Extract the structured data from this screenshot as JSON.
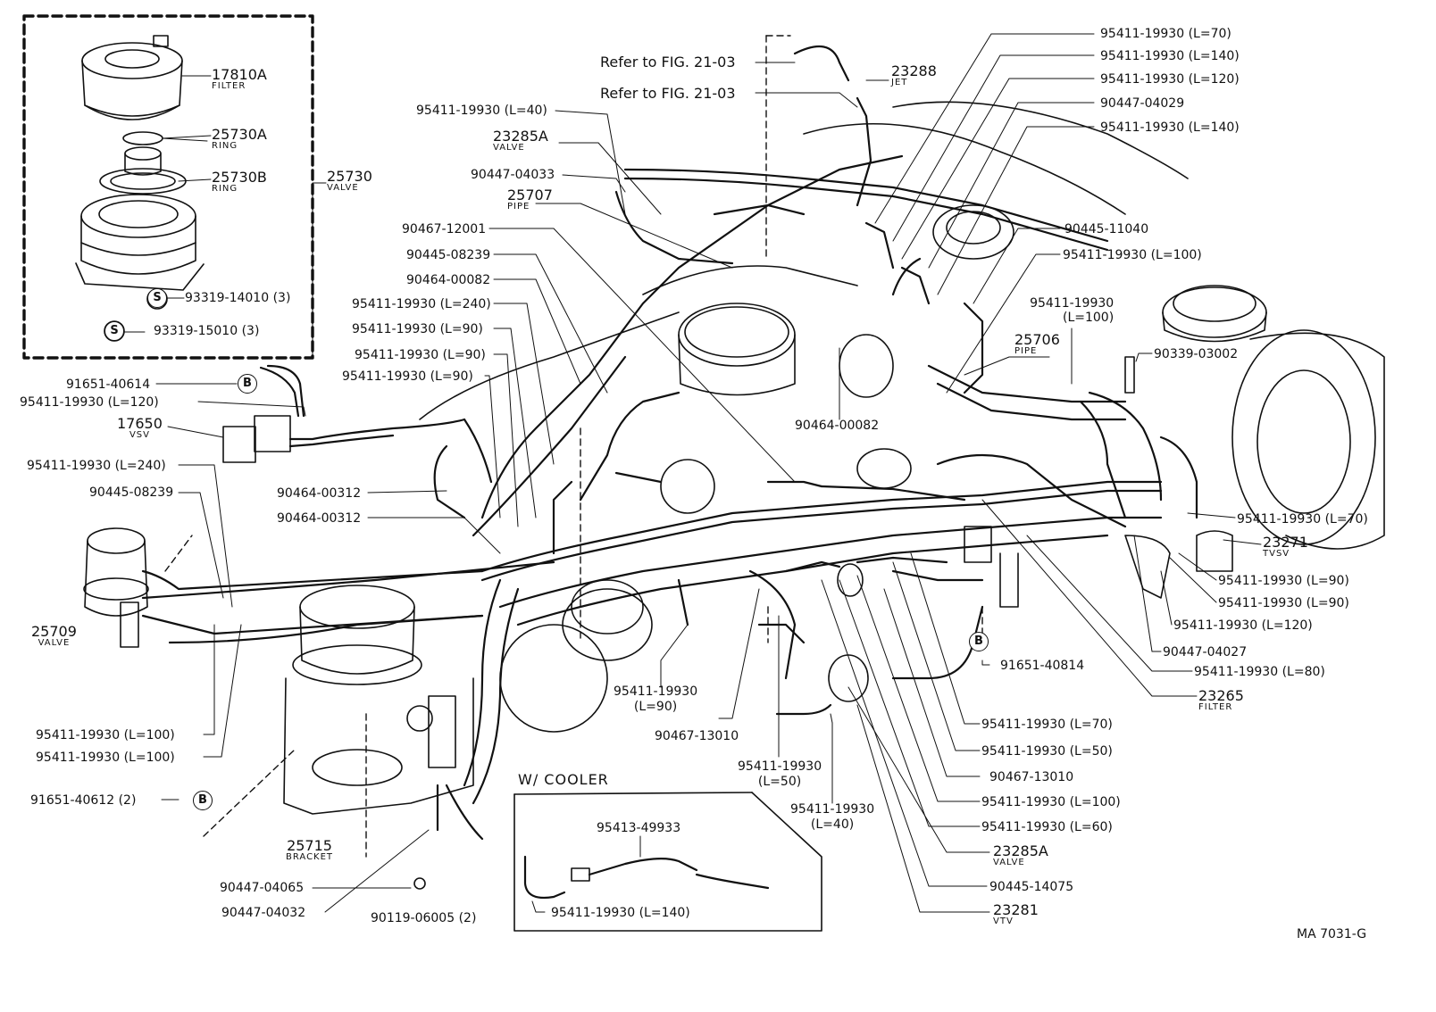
{
  "parts": {
    "p17810A": {
      "number": "17810A",
      "name": "FILTER"
    },
    "p25730A": {
      "number": "25730A",
      "name": "RING"
    },
    "p25730B": {
      "number": "25730B",
      "name": "RING"
    },
    "p25730": {
      "number": "25730",
      "name": "VALVE"
    },
    "p93319_14010": {
      "number": "93319-14010 (3)",
      "mark": "S"
    },
    "p93319_15010": {
      "number": "93319-15010 (3)",
      "mark": "S"
    },
    "p91651_40614": {
      "number": "91651-40614",
      "mark": "B"
    },
    "h120_left": {
      "number": "95411-19930 (L=120)"
    },
    "p17650": {
      "number": "17650",
      "name": "VSV"
    },
    "h240_left": {
      "number": "95411-19930 (L=240)"
    },
    "p90445_08239_left": {
      "number": "90445-08239"
    },
    "p25709": {
      "number": "25709",
      "name": "VALVE"
    },
    "h100_a": {
      "number": "95411-19930 (L=100)"
    },
    "h100_b": {
      "number": "95411-19930 (L=100)"
    },
    "p91651_40612": {
      "number": "91651-40612 (2)",
      "mark": "B"
    },
    "p25715": {
      "number": "25715",
      "name": "BRACKET"
    },
    "p90447_04065": {
      "number": "90447-04065"
    },
    "p90447_04032": {
      "number": "90447-04032"
    },
    "p90119_06005": {
      "number": "90119-06005 (2)"
    },
    "ref1": {
      "number": "Refer to FIG. 21-03"
    },
    "ref2": {
      "number": "Refer to FIG. 21-03"
    },
    "p23288": {
      "number": "23288",
      "name": "JET"
    },
    "h40_top": {
      "number": "95411-19930 (L=40)"
    },
    "p23285A_top": {
      "number": "23285A",
      "name": "VALVE"
    },
    "p90447_04033": {
      "number": "90447-04033"
    },
    "p25707": {
      "number": "25707",
      "name": "PIPE"
    },
    "p90467_12001": {
      "number": "90467-12001"
    },
    "p90445_08239_mid": {
      "number": "90445-08239"
    },
    "p90464_00082_left": {
      "number": "90464-00082"
    },
    "h240_mid": {
      "number": "95411-19930 (L=240)"
    },
    "h90_a": {
      "number": "95411-19930 (L=90)"
    },
    "h90_b": {
      "number": "95411-19930 (L=90)"
    },
    "h90_c": {
      "number": "95411-19930 (L=90)"
    },
    "p90464_00312_a": {
      "number": "90464-00312"
    },
    "p90464_00312_b": {
      "number": "90464-00312"
    },
    "h70_top": {
      "number": "95411-19930 (L=70)"
    },
    "h140_top": {
      "number": "95411-19930 (L=140)"
    },
    "h120_top": {
      "number": "95411-19930 (L=120)"
    },
    "p90447_04029": {
      "number": "90447-04029"
    },
    "h140_top2": {
      "number": "95411-19930 (L=140)"
    },
    "p90445_11040": {
      "number": "90445-11040"
    },
    "h100_right": {
      "number": "95411-19930 (L=100)"
    },
    "h100_right2": {
      "number": "95411-19930",
      "sub": "(L=100)"
    },
    "p25706": {
      "number": "25706",
      "name": "PIPE"
    },
    "p90339_03002": {
      "number": "90339-03002"
    },
    "p90464_00082_mid": {
      "number": "90464-00082"
    },
    "h70_right": {
      "number": "95411-19930 (L=70)"
    },
    "p23271": {
      "number": "23271",
      "name": "TVSV"
    },
    "h90_right": {
      "number": "95411-19930 (L=90)"
    },
    "h90_right2": {
      "number": "95411-19930 (L=90)"
    },
    "h120_right": {
      "number": "95411-19930 (L=120)"
    },
    "p90447_04027": {
      "number": "90447-04027"
    },
    "h80_right": {
      "number": "95411-19930 (L=80)"
    },
    "p23265": {
      "number": "23265",
      "name": "FILTER"
    },
    "p91651_40814": {
      "number": "91651-40814",
      "mark": "B"
    },
    "h70_low": {
      "number": "95411-19930 (L=70)"
    },
    "h50_low": {
      "number": "95411-19930 (L=50)"
    },
    "p90467_13010_right": {
      "number": "90467-13010"
    },
    "h100_low": {
      "number": "95411-19930 (L=100)"
    },
    "h60_low": {
      "number": "95411-19930 (L=60)"
    },
    "p23285A_low": {
      "number": "23285A",
      "name": "VALVE"
    },
    "p90445_14075": {
      "number": "90445-14075"
    },
    "p23281": {
      "number": "23281",
      "name": "VTV"
    },
    "h90_center": {
      "number": "95411-19930",
      "sub": "(L=90)"
    },
    "p90467_13010_center": {
      "number": "90467-13010"
    },
    "h50_center": {
      "number": "95411-19930",
      "sub": "(L=50)"
    },
    "h40_center": {
      "number": "95411-19930",
      "sub": "(L=40)"
    }
  },
  "cooler": {
    "title": "W/ COOLER",
    "p95413_49933": "95413-49933",
    "h140": "95411-19930 (L=140)"
  },
  "figure_code": "MA 7031-G"
}
